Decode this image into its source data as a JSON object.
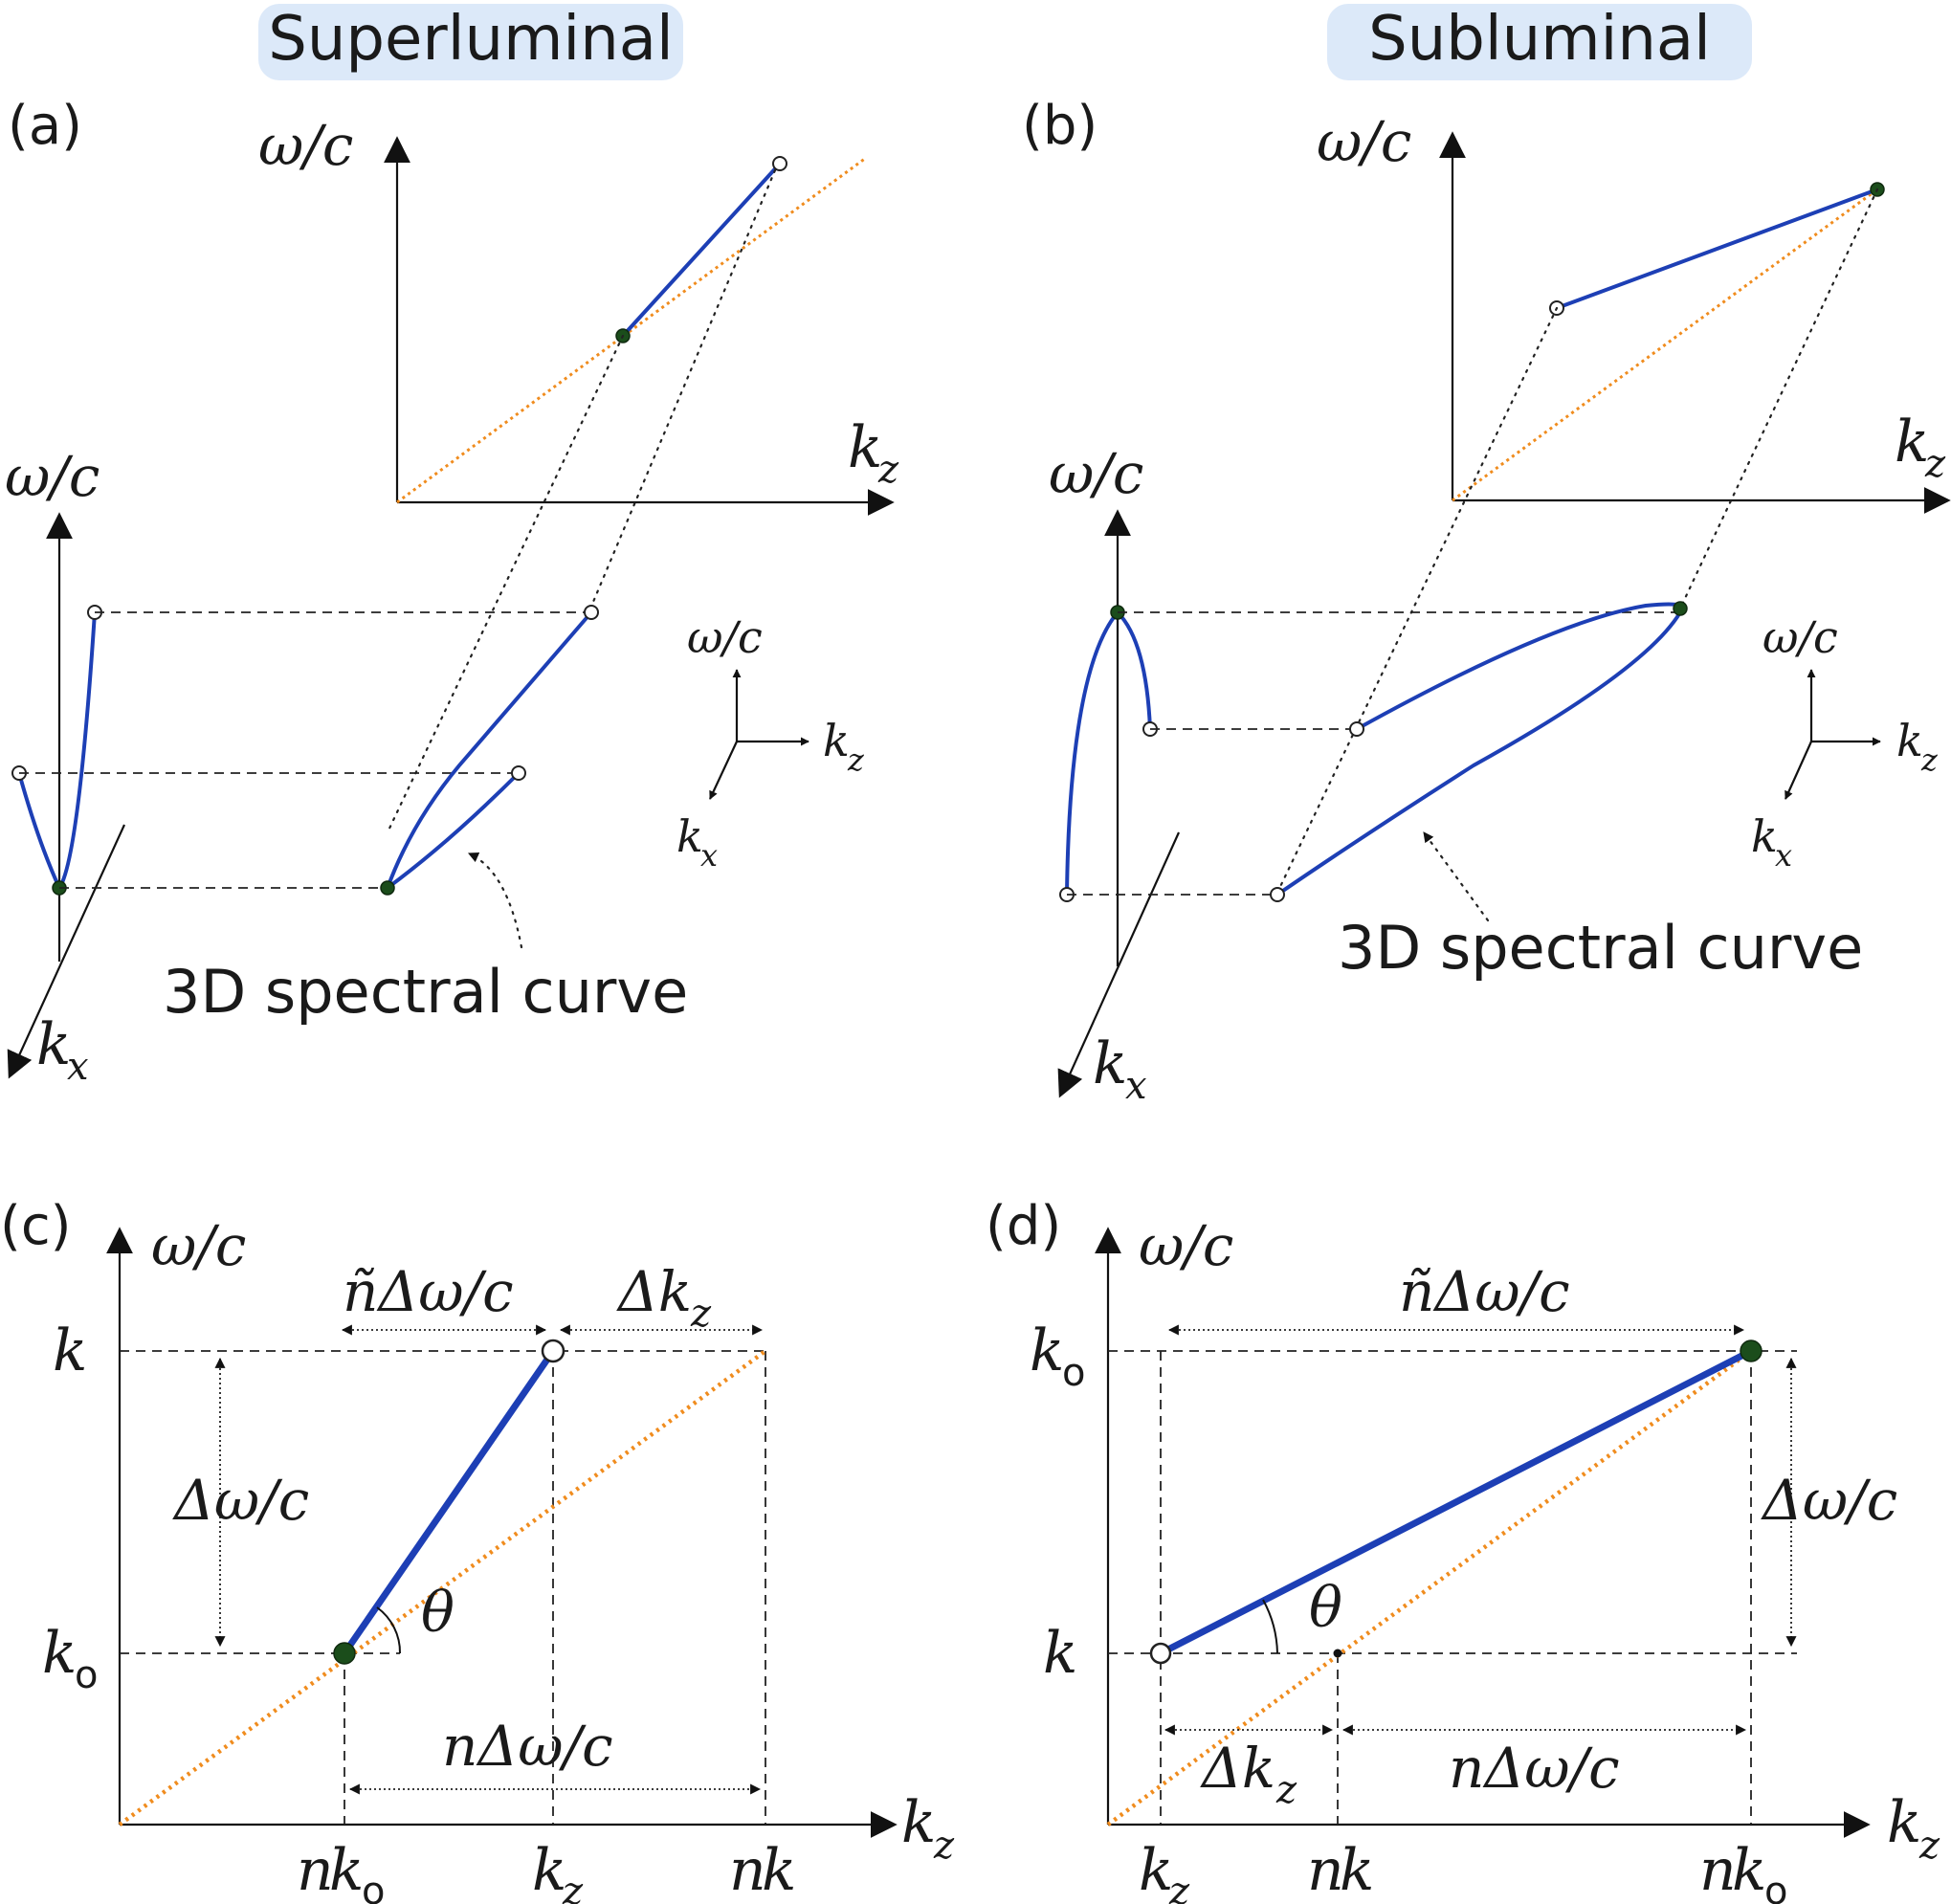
{
  "header": {
    "left_title": "Superluminal",
    "right_title": "Subluminal",
    "badge_color": "#dce9f9"
  },
  "panels": {
    "a": {
      "tag": "(a)",
      "caption": "3D spectral curve"
    },
    "b": {
      "tag": "(b)",
      "caption": "3D spectral curve"
    },
    "c": {
      "tag": "(c)"
    },
    "d": {
      "tag": "(d)"
    }
  },
  "symbols": {
    "omega_c": "ω/c",
    "k": "k",
    "x": "x",
    "z": "z",
    "sub_o": "o",
    "n_tilde_domega": "ñΔω/c",
    "delta_k": "Δk",
    "domega": "Δω/c",
    "n_domega": "nΔω/c",
    "theta": "θ",
    "n": "n",
    "k_letter": "k"
  },
  "colors": {
    "spectral_curve": "#1d3fb5",
    "light_line": "#f08c1e",
    "marker_fill": "#1b4d1b"
  }
}
